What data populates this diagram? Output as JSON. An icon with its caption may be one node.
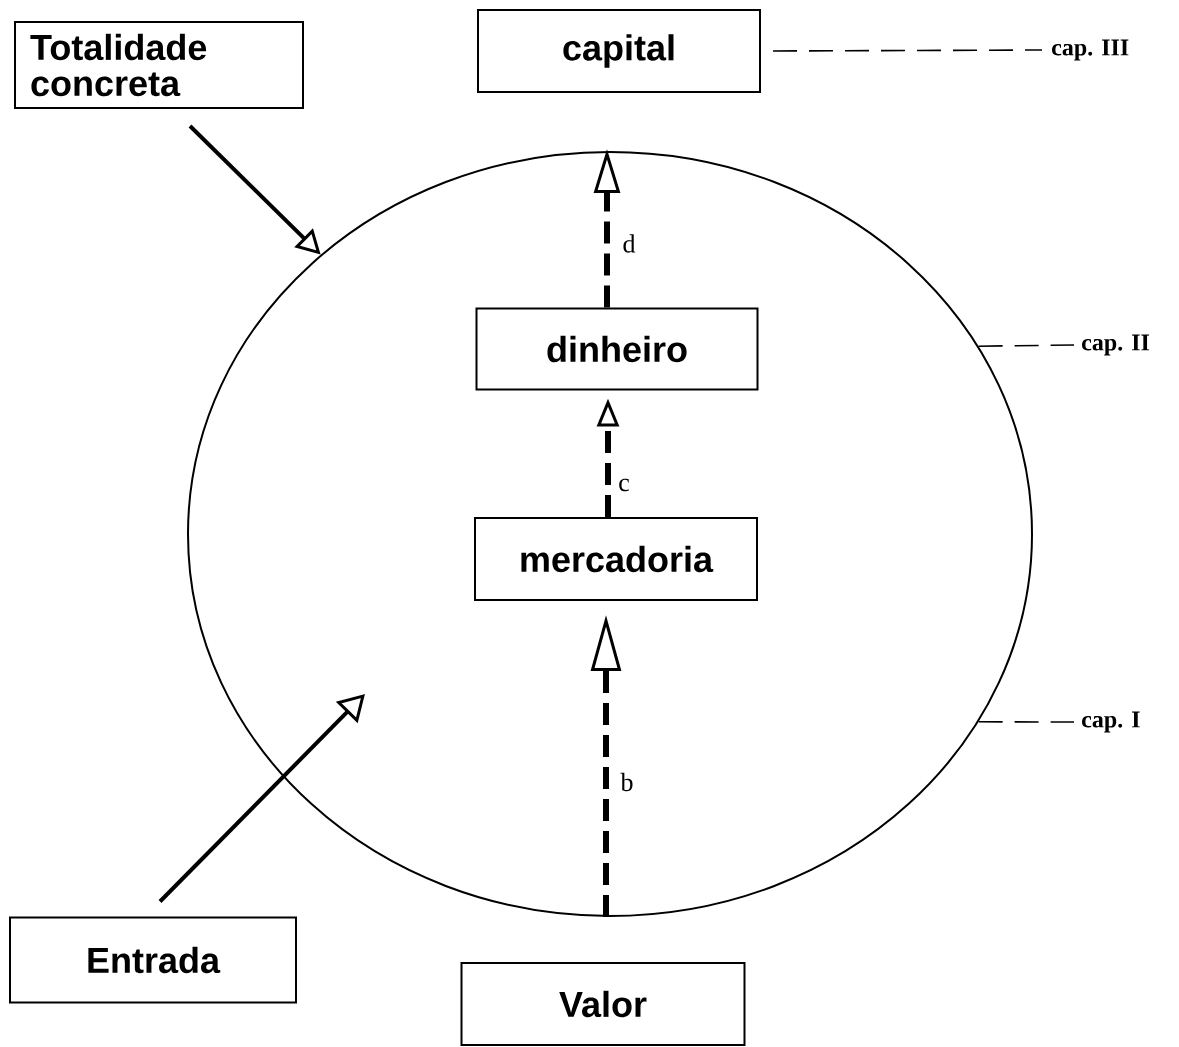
{
  "diagram": {
    "nodes": [
      {
        "text": [
          "Totalidade concreta"
        ]
      },
      {
        "text": [
          "capital"
        ]
      },
      {
        "text": [
          "cap. III"
        ]
      },
      {
        "text": [],
        "shape": "circle"
      },
      {
        "text": [
          "dinheiro"
        ],
        "in": 3
      },
      {
        "text": [
          "cap. II"
        ]
      },
      {
        "text": [
          "mercadoria"
        ],
        "in": 3
      },
      {
        "text": [
          "cap. I"
        ]
      },
      {
        "text": [
          "Entrada"
        ]
      },
      {
        "text": [
          "Valor"
        ]
      }
    ],
    "edges": [
      {
        "from": 0,
        "to": 3,
        "arrow": "to"
      },
      {
        "from": 8,
        "to": 3,
        "arrow": "to"
      },
      {
        "from": 9,
        "to": 6,
        "arrow": "to",
        "label": "b",
        "style": "dashed"
      },
      {
        "from": 6,
        "to": 4,
        "arrow": "to",
        "label": "c",
        "style": "dashed"
      },
      {
        "from": 4,
        "to": 1,
        "arrow": "to",
        "label": "d",
        "style": "dashed"
      },
      {
        "from": 1,
        "to": 2,
        "arrow": "none",
        "style": "dashed"
      },
      {
        "from": 3,
        "to": 5,
        "arrow": "none",
        "style": "dashed"
      },
      {
        "from": 3,
        "to": 7,
        "arrow": "none",
        "style": "dashed"
      }
    ]
  }
}
